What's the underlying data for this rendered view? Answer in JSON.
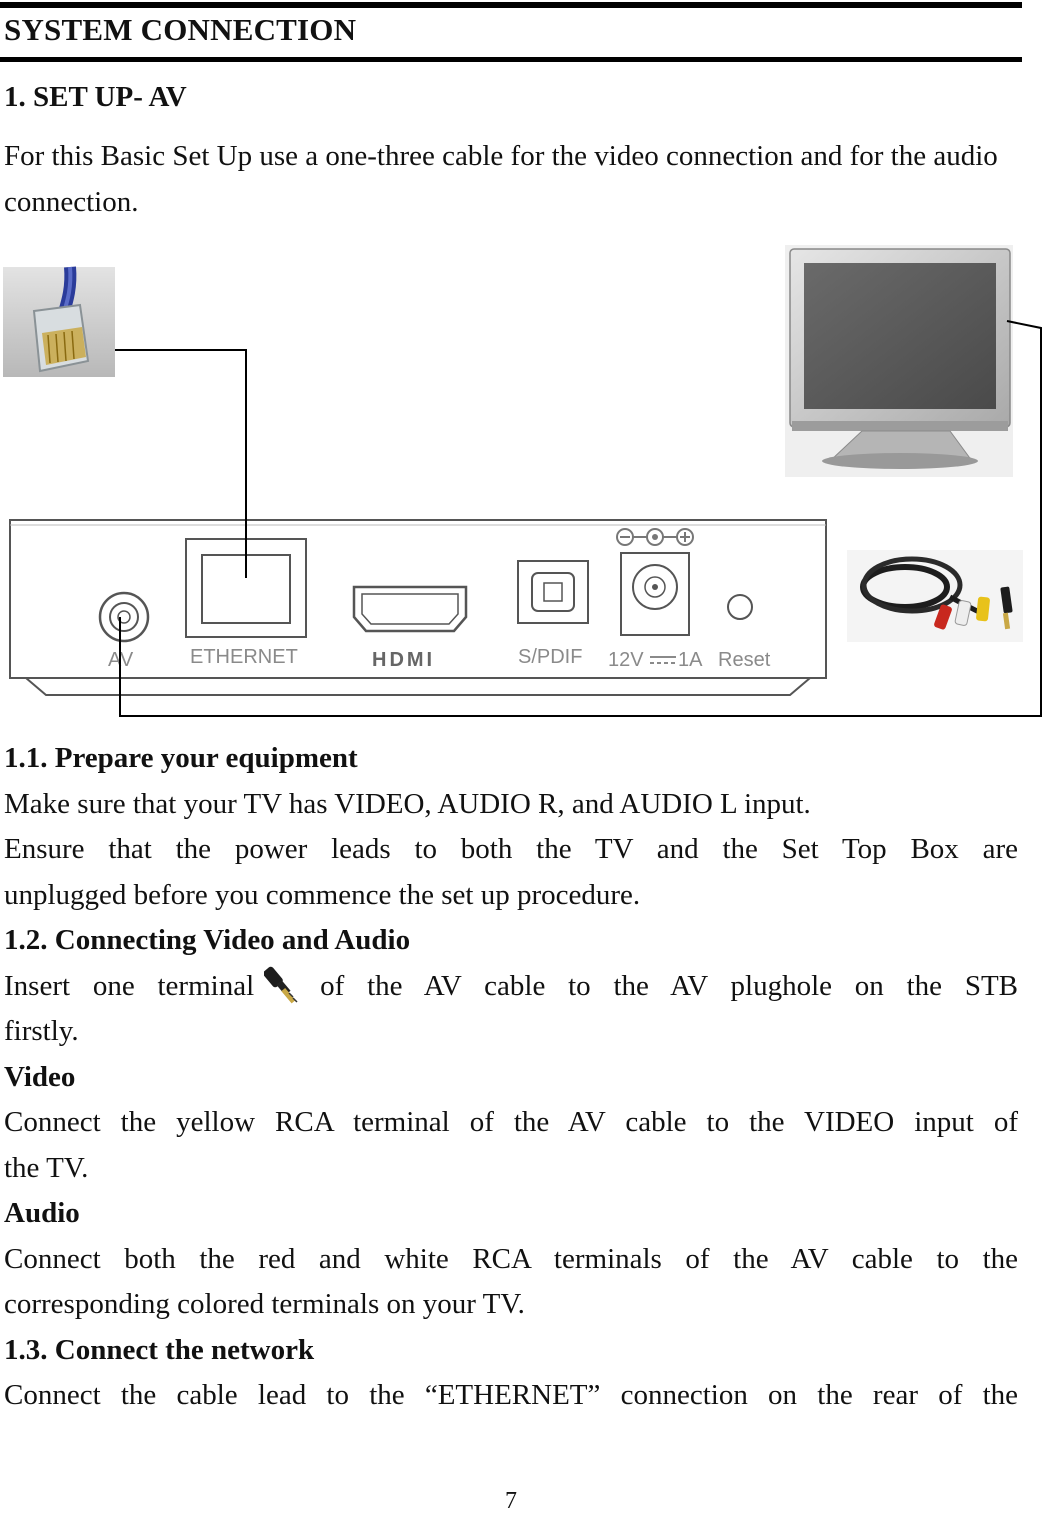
{
  "header": {
    "section_title": "SYSTEM CONNECTION"
  },
  "setup": {
    "heading": "1. SET UP- AV",
    "intro": "For this Basic Set Up use a one-three cable for the video connection and for the audio connection."
  },
  "diagram": {
    "panel_labels": {
      "av": "AV",
      "ethernet": "ETHERNET",
      "hdmi": "HDMI",
      "spdif": "S/PDIF",
      "power_left": "12V",
      "power_right": "1A",
      "reset": "Reset"
    }
  },
  "sections": {
    "prepare": {
      "heading": "1.1. Prepare your equipment",
      "line1": "Make sure that your TV has VIDEO, AUDIO R, and AUDIO L input.",
      "line2a": "Ensure that the power leads to both the TV and the Set Top Box are",
      "line2b": "unplugged before you commence the set up procedure."
    },
    "connect_av": {
      "heading": "1.2. Connecting Video and Audio",
      "line1_before": "Insert one terminal",
      "line1_after": "of the AV cable to the AV plughole on the STB",
      "line1_end": "firstly.",
      "video_heading": "Video",
      "video_a": "Connect the yellow RCA terminal of the AV cable to the VIDEO input of",
      "video_b": "the TV.",
      "audio_heading": "Audio",
      "audio_a": "Connect both the red and white RCA terminals of the AV cable to the",
      "audio_b": "corresponding colored terminals on your TV."
    },
    "network": {
      "heading": "1.3. Connect the network",
      "line1": "Connect the cable lead to the “ETHERNET” connection on the rear of the"
    }
  },
  "footer": {
    "page_number": "7"
  },
  "colors": {
    "panel_label": "#8a8a8a",
    "rule": "#000000",
    "cable_yellow": "#e8c21a",
    "cable_red": "#c8281e",
    "cable_white": "#eeeeee"
  }
}
